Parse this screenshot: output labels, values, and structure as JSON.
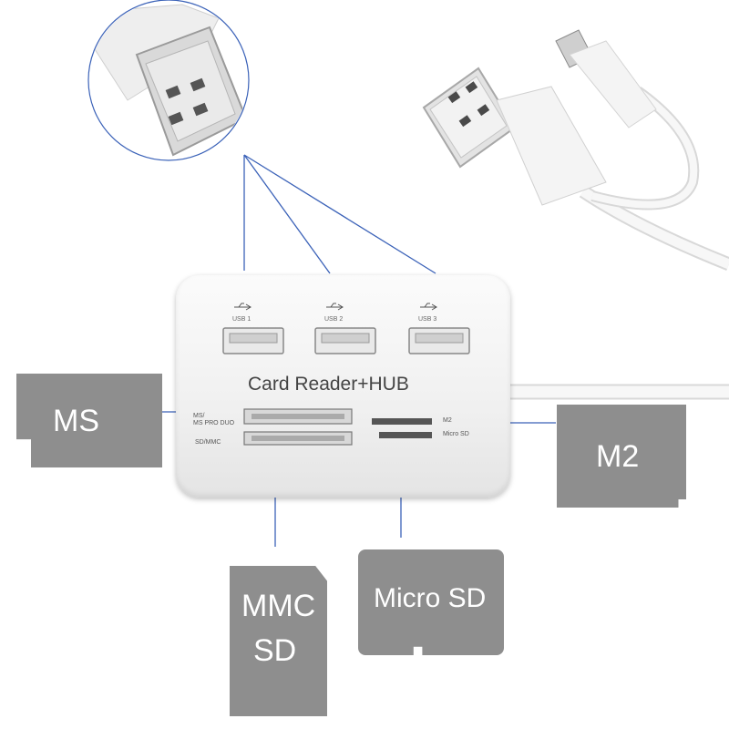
{
  "product": {
    "title": "Card Reader+HUB",
    "ports": [
      {
        "label": "USB 1"
      },
      {
        "label": "USB 2"
      },
      {
        "label": "USB 3"
      }
    ],
    "slot_labels": {
      "ms": "MS/\nMS PRO DUO",
      "sdmmc": "SD/MMC",
      "m2": "M2",
      "microsd": "Micro SD"
    }
  },
  "cards": {
    "ms": "MS",
    "m2": "M2",
    "mmc_line1": "MMC",
    "mmc_line2": "SD",
    "microsd": "Micro SD"
  },
  "colors": {
    "card_gray": "#8e8e8e",
    "callout_line": "#3b62b8",
    "hub_white": "#f2f2f2"
  },
  "icons": [
    "usb-icon"
  ]
}
